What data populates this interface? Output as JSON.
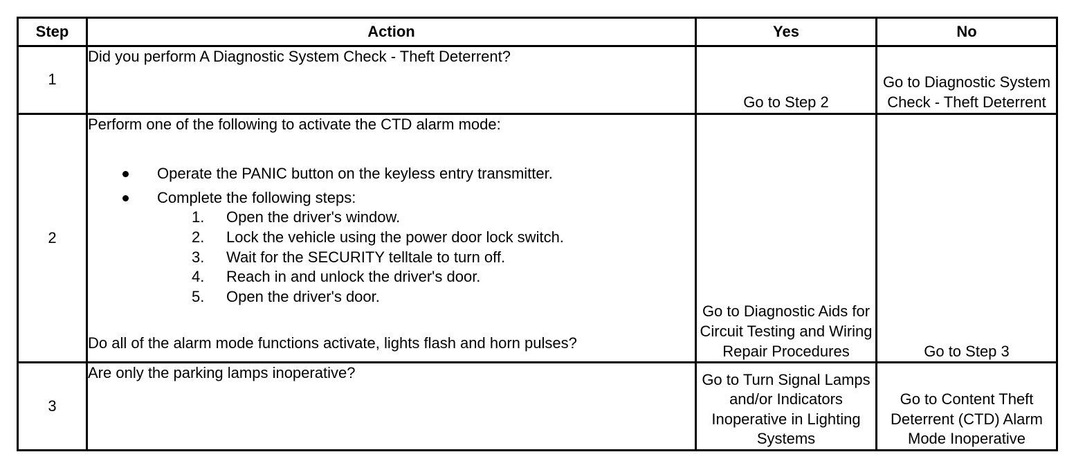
{
  "headers": {
    "step": "Step",
    "action": "Action",
    "yes": "Yes",
    "no": "No"
  },
  "rows": [
    {
      "step": "1",
      "action": "Did you perform A Diagnostic System Check - Theft Deterrent?",
      "yes": "Go to Step 2",
      "no": "Go to Diagnostic System Check - Theft Deterrent"
    },
    {
      "step": "2",
      "intro": "Perform one of the following to activate the CTD alarm mode:",
      "bullets": [
        "Operate the PANIC button on the keyless entry transmitter.",
        "Complete the following steps:"
      ],
      "substeps": [
        {
          "num": "1.",
          "text": "Open the driver's window."
        },
        {
          "num": "2.",
          "text": "Lock the vehicle using the power door lock switch."
        },
        {
          "num": "3.",
          "text": "Wait for the SECURITY telltale to turn off."
        },
        {
          "num": "4.",
          "text": "Reach in and unlock the driver's door."
        },
        {
          "num": "5.",
          "text": "Open the driver's door."
        }
      ],
      "question": "Do all of the alarm mode functions activate, lights flash and horn pulses?",
      "yes": "Go to Diagnostic Aids for Circuit Testing and Wiring Repair Procedures",
      "no": "Go to Step 3"
    },
    {
      "step": "3",
      "action": "Are only the parking lamps inoperative?",
      "yes": "Go to Turn Signal Lamps and/or Indicators Inoperative in Lighting Systems",
      "no": "Go to Content Theft Deterrent (CTD) Alarm Mode Inoperative"
    }
  ]
}
